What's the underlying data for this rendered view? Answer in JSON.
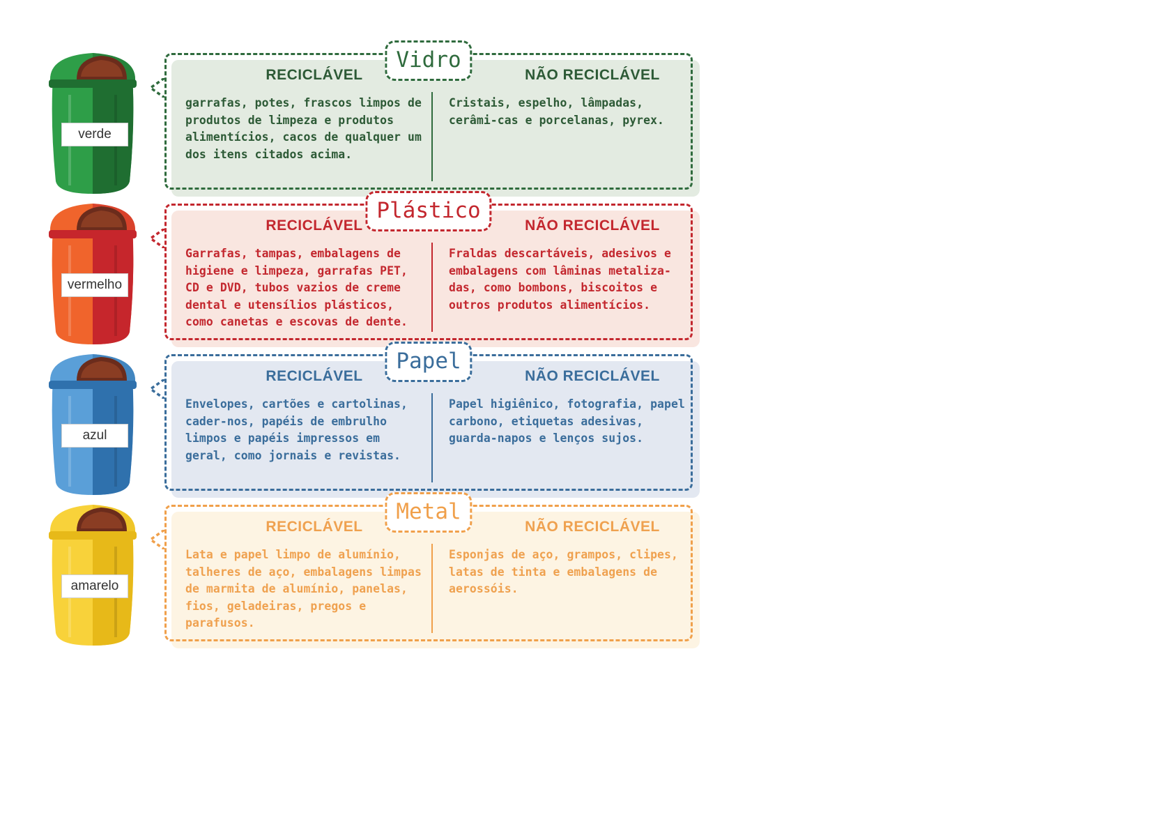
{
  "headings": {
    "recyclable": "RECICLÁVEL",
    "non_recyclable": "NÃO RECICLÁVEL"
  },
  "categories": [
    {
      "title": "Vidro",
      "bin_label": "verde",
      "recyclable": "garrafas, potes, frascos limpos de produtos de limpeza e produtos alimentícios, cacos de qualquer um dos itens citados acima.",
      "non_recyclable": "Cristais, espelho, lâmpadas, cerâmi-cas e porcelanas, pyrex.",
      "colors": {
        "accent": "#2f6b3d",
        "text": "#2d5a36",
        "bg": "#e3ebe1",
        "bin_light": "#2e9e48",
        "bin_dark": "#1f6e31"
      }
    },
    {
      "title": "Plástico",
      "bin_label": "vermelho",
      "recyclable": "Garrafas, tampas, embalagens de higiene e limpeza, garrafas PET, CD e DVD, tubos vazios de creme dental e utensílios plásticos, como canetas e escovas de dente.",
      "non_recyclable": "Fraldas descartáveis, adesivos e embalagens com lâminas metaliza-das, como bombons, biscoitos e outros produtos alimentícios.",
      "colors": {
        "accent": "#c3272e",
        "text": "#c3272e",
        "bg": "#f9e6e0",
        "bin_light": "#f0642c",
        "bin_dark": "#c6262c"
      }
    },
    {
      "title": "Papel",
      "bin_label": "azul",
      "recyclable": "Envelopes, cartões e cartolinas, cader-nos, papéis de embrulho limpos e papéis impressos em geral, como jornais e revistas.",
      "non_recyclable": "Papel higiênico, fotografia, papel carbono, etiquetas adesivas, guarda-napos e lenços sujos.",
      "colors": {
        "accent": "#3a6d9b",
        "text": "#3a6d9b",
        "bg": "#e3e8f1",
        "bin_light": "#5a9fd8",
        "bin_dark": "#2f71ad"
      }
    },
    {
      "title": "Metal",
      "bin_label": "amarelo",
      "recyclable": "Lata e papel limpo de alumínio, talheres de aço, embalagens limpas de marmita de alumínio, panelas, fios, geladeiras, pregos e parafusos.",
      "non_recyclable": "Esponjas de aço, grampos, clipes, latas de tinta e embalagens de aerossóis.",
      "colors": {
        "accent": "#f0a04b",
        "text": "#efa14f",
        "bg": "#fdf4e3",
        "bin_light": "#f8d23a",
        "bin_dark": "#e7b919"
      }
    }
  ]
}
